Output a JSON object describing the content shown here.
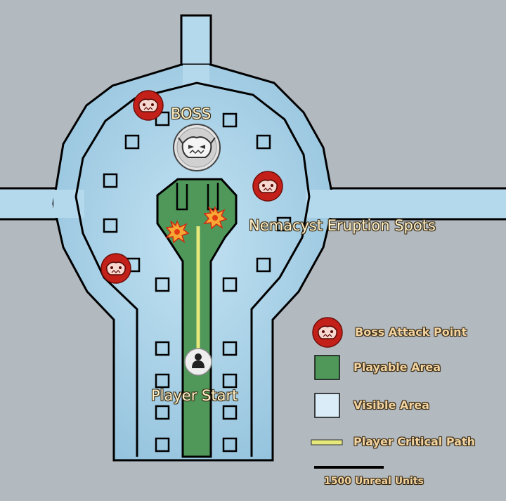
{
  "map": {
    "labels": {
      "boss": "BOSS",
      "eruption_spots": "Nemacyst Eruption Spots",
      "player_start": "Player Start"
    }
  },
  "legend": {
    "items": [
      {
        "icon": "boss-attack-icon",
        "label": "Boss Attack Point"
      },
      {
        "icon": "green-square-swatch",
        "label": "Playable Area"
      },
      {
        "icon": "light-blue-square-swatch",
        "label": "Visible Area"
      },
      {
        "icon": "yellow-line-swatch",
        "label": "Player Critical Path"
      }
    ]
  },
  "scale": {
    "label": "1500 Unreal Units"
  },
  "colors": {
    "background": "#b2b9bf",
    "visible_area": "#b5d9ec",
    "visible_area_dark": "#93c2dc",
    "playable_area": "#4f985a",
    "critical_path": "#e6e87c",
    "boss_attack": "#c4201a",
    "eruption": "#f7a733"
  }
}
